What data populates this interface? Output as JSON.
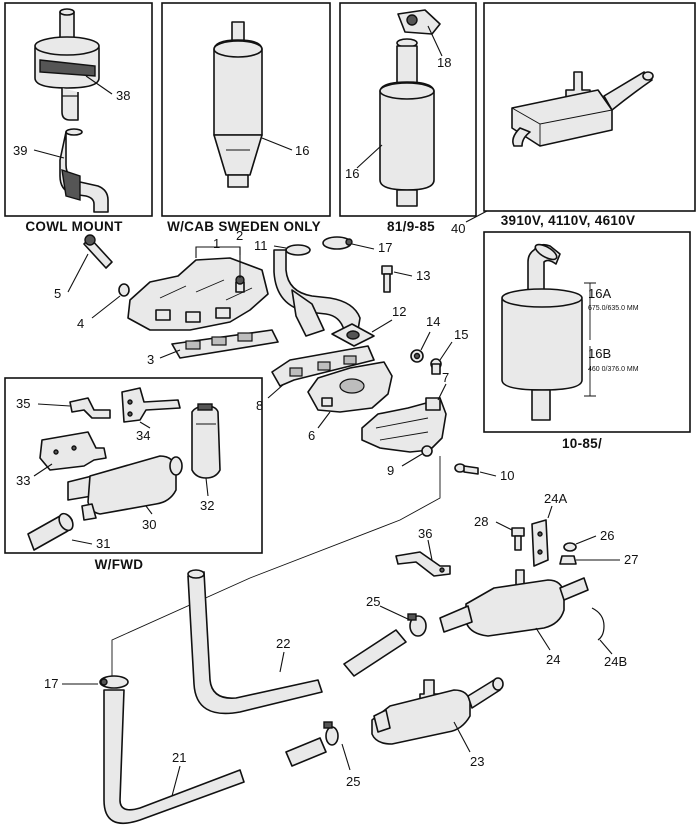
{
  "panels": {
    "cowl_mount": "COWL  MOUNT",
    "cab_sweden": "W/CAB SWEDEN ONLY",
    "range_81_85": "81/9-85",
    "models": "3910V, 4110V, 4610V",
    "fwd": "W/FWD",
    "from_10_85": "10-85/"
  },
  "specs": {
    "s16a": "675.0/635.0 MM",
    "s16b": "460 0/376.0 MM"
  },
  "callouts": {
    "c1": "1",
    "c2": "2",
    "c3": "3",
    "c4": "4",
    "c5": "5",
    "c6": "6",
    "c7": "7",
    "c8": "8",
    "c9": "9",
    "c10": "10",
    "c11": "11",
    "c12": "12",
    "c13": "13",
    "c14": "14",
    "c15": "15",
    "c16_cab": "16",
    "c16_81": "16",
    "c16a": "16A",
    "c16b": "16B",
    "c17_top": "17",
    "c17_bottom": "17",
    "c18": "18",
    "c21": "21",
    "c22": "22",
    "c23": "23",
    "c24": "24",
    "c24a": "24A",
    "c24b": "24B",
    "c25_top": "25",
    "c25_bottom": "25",
    "c26": "26",
    "c27": "27",
    "c28": "28",
    "c30": "30",
    "c31": "31",
    "c32": "32",
    "c33": "33",
    "c34": "34",
    "c35": "35",
    "c36": "36",
    "c38": "38",
    "c39": "39",
    "c40": "40"
  }
}
